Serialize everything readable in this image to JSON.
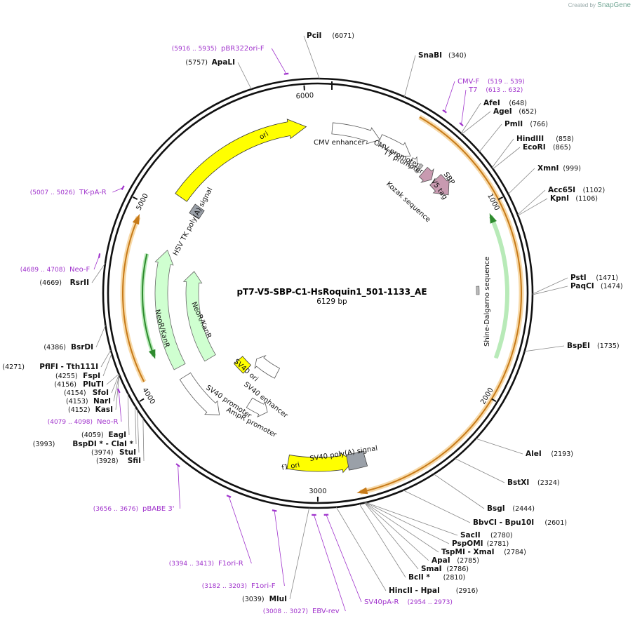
{
  "credit": {
    "prefix": "Created by",
    "brand": "SnapGene"
  },
  "plasmid": {
    "name": "pT7-V5-SBP-C1-HsRoquin1_501-1133_AE",
    "size_label": "6129 bp",
    "length": 6129
  },
  "ticks": [
    {
      "pos": 1000,
      "label": "1000"
    },
    {
      "pos": 2000,
      "label": "2000"
    },
    {
      "pos": 3000,
      "label": "3000"
    },
    {
      "pos": 4000,
      "label": "4000"
    },
    {
      "pos": 5000,
      "label": "5000"
    },
    {
      "pos": 6000,
      "label": "6000"
    }
  ],
  "enzymes": [
    {
      "pos": 6071,
      "name": "PciI",
      "pos_label": "(6071)"
    },
    {
      "pos": 5757,
      "name": "ApaLI",
      "pos_label": "(5757)"
    },
    {
      "pos": 340,
      "name": "SnaBI",
      "pos_label": "(340)"
    },
    {
      "pos": 648,
      "name": "AfeI",
      "pos_label": "(648)"
    },
    {
      "pos": 652,
      "name": "AgeI",
      "pos_label": "(652)"
    },
    {
      "pos": 766,
      "name": "PmlI",
      "pos_label": "(766)"
    },
    {
      "pos": 858,
      "name": "HindIII",
      "pos_label": "(858)"
    },
    {
      "pos": 865,
      "name": "EcoRI",
      "pos_label": "(865)"
    },
    {
      "pos": 999,
      "name": "XmnI",
      "pos_label": "(999)"
    },
    {
      "pos": 1102,
      "name": "Acc65I",
      "pos_label": "(1102)"
    },
    {
      "pos": 1106,
      "name": "KpnI",
      "pos_label": "(1106)"
    },
    {
      "pos": 1471,
      "name": "PstI",
      "pos_label": "(1471)"
    },
    {
      "pos": 1474,
      "name": "PaqCI",
      "pos_label": "(1474)"
    },
    {
      "pos": 1735,
      "name": "BspEI",
      "pos_label": "(1735)"
    },
    {
      "pos": 2193,
      "name": "AleI",
      "pos_label": "(2193)"
    },
    {
      "pos": 2324,
      "name": "BstXI",
      "pos_label": "(2324)"
    },
    {
      "pos": 2444,
      "name": "BsgI",
      "pos_label": "(2444)"
    },
    {
      "pos": 2601,
      "name": "BbvCI - Bpu10I",
      "pos_label": "(2601)"
    },
    {
      "pos": 2780,
      "name": "SacII",
      "pos_label": "(2780)"
    },
    {
      "pos": 2781,
      "name": "PspOMI",
      "pos_label": "(2781)"
    },
    {
      "pos": 2784,
      "name": "TspMI - XmaI",
      "pos_label": "(2784)"
    },
    {
      "pos": 2785,
      "name": "ApaI",
      "pos_label": "(2785)"
    },
    {
      "pos": 2786,
      "name": "SmaI",
      "pos_label": "(2786)"
    },
    {
      "pos": 2810,
      "name": "BclI *",
      "pos_label": "(2810)"
    },
    {
      "pos": 2916,
      "name": "HincII - HpaI",
      "pos_label": "(2916)"
    },
    {
      "pos": 3039,
      "name": "MluI",
      "pos_label": "(3039)"
    },
    {
      "pos": 3928,
      "name": "SfiI",
      "pos_label": "(3928)"
    },
    {
      "pos": 3974,
      "name": "StuI",
      "pos_label": "(3974)"
    },
    {
      "pos": 3993,
      "name": "BspDI * - ClaI *",
      "pos_label": "(3993)"
    },
    {
      "pos": 4059,
      "name": "EagI",
      "pos_label": "(4059)"
    },
    {
      "pos": 4152,
      "name": "KasI",
      "pos_label": "(4152)"
    },
    {
      "pos": 4153,
      "name": "NarI",
      "pos_label": "(4153)"
    },
    {
      "pos": 4154,
      "name": "SfoI",
      "pos_label": "(4154)"
    },
    {
      "pos": 4156,
      "name": "PluTI",
      "pos_label": "(4156)"
    },
    {
      "pos": 4255,
      "name": "FspI",
      "pos_label": "(4255)"
    },
    {
      "pos": 4271,
      "name": "PflFI - Tth111I",
      "pos_label": "(4271)"
    },
    {
      "pos": 4386,
      "name": "BsrDI",
      "pos_label": "(4386)"
    },
    {
      "pos": 4669,
      "name": "RsrII",
      "pos_label": "(4669)"
    }
  ],
  "primers": [
    {
      "pos": 5925,
      "name": "pBR322ori-F",
      "range": "(5916 .. 5935)"
    },
    {
      "pos": 529,
      "name": "CMV-F",
      "range": "(519 .. 539)"
    },
    {
      "pos": 622,
      "name": "T7",
      "range": "(613 .. 632)"
    },
    {
      "pos": 5016,
      "name": "TK-pA-R",
      "range": "(5007 .. 5026)"
    },
    {
      "pos": 4698,
      "name": "Neo-F",
      "range": "(4689 .. 4708)"
    },
    {
      "pos": 4088,
      "name": "Neo-R",
      "range": "(4079 .. 4098)"
    },
    {
      "pos": 3666,
      "name": "pBABE 3'",
      "range": "(3656 .. 3676)"
    },
    {
      "pos": 3403,
      "name": "F1ori-R",
      "range": "(3394 .. 3413)"
    },
    {
      "pos": 3192,
      "name": "F1ori-F",
      "range": "(3182 .. 3203)"
    },
    {
      "pos": 3017,
      "name": "EBV-rev",
      "range": "(3008 .. 3027)"
    },
    {
      "pos": 2963,
      "name": "SV40pA-R",
      "range": "(2954 .. 2973)"
    }
  ],
  "features": {
    "ori": "ori",
    "cmv_enhancer": "CMV enhancer",
    "cmv_promoter": "CMV promoter",
    "t7_promoter": "T7 promoter",
    "kozak": "Kozak sequence",
    "v5_tag": "V5 tag",
    "sbp": "SBP",
    "shine_dalgarno": "Shine-Dalgarno sequence",
    "hsv_tk": "HSV TK poly(A) signal",
    "neor1": "NeoR/KanR",
    "neor2": "NeoR/KanR",
    "sv40_ori": "SV40 ori",
    "sv40_enhancer": "SV40 enhancer",
    "sv40_promoter": "SV40 promoter",
    "ampr_promoter": "AmpR promoter",
    "f1_ori": "f1 ori",
    "sv40_polya": "SV40 poly(A) signal"
  },
  "colors": {
    "backbone": "#111111",
    "enzyme_line": "#888888",
    "primer": "#a033cc",
    "ori": "#ffff00",
    "cds_fill": "#cfffd0",
    "orf": "#e08a1e",
    "tag": "#c89ab0",
    "promoter": "#ffffff",
    "terminator": "#9aa0a8"
  }
}
